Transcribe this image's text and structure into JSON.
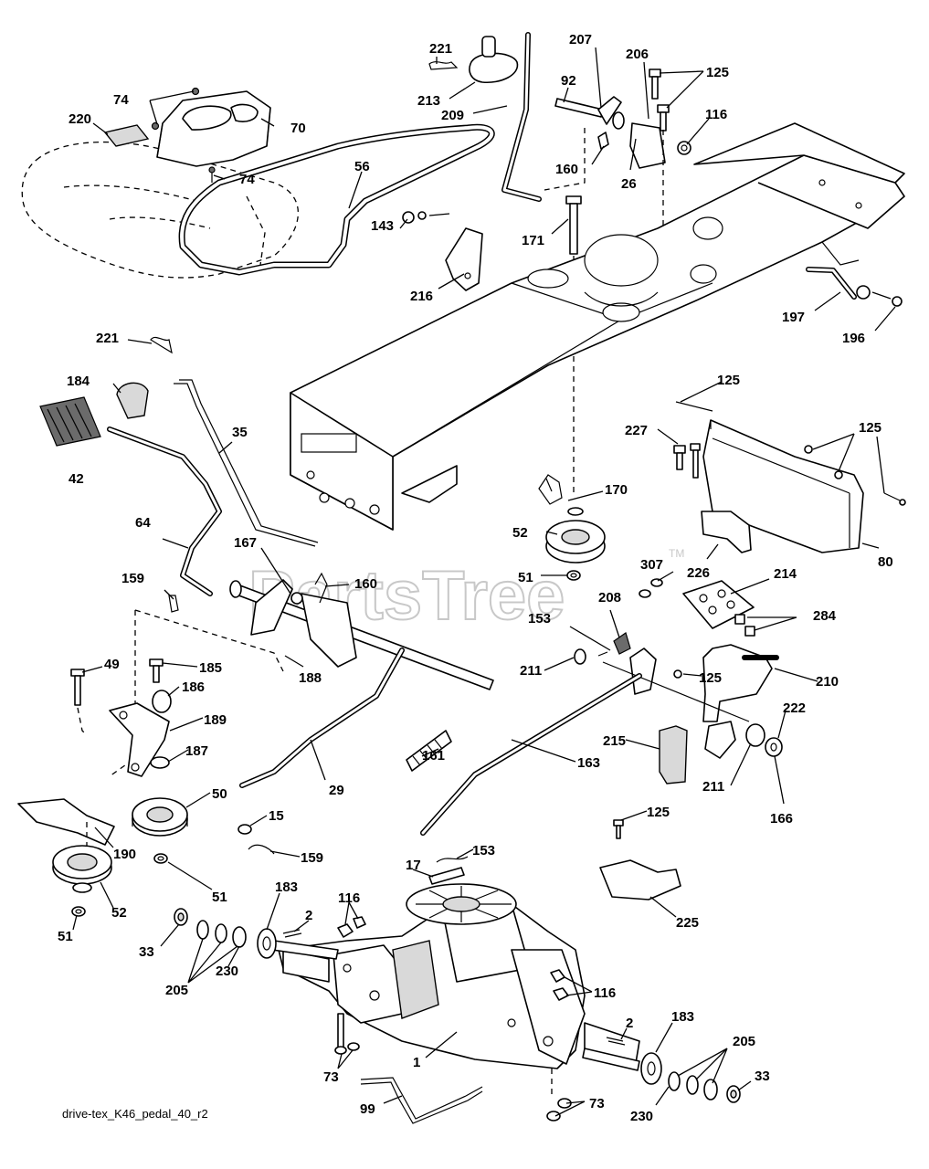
{
  "diagram_code": "drive-tex_K46_pedal_40_r2",
  "watermark": "PartsTree",
  "watermark_mark": "TM",
  "callouts": [
    {
      "id": "c220",
      "label": "220"
    },
    {
      "id": "c74a",
      "label": "74"
    },
    {
      "id": "c70",
      "label": "70"
    },
    {
      "id": "c74b",
      "label": "74"
    },
    {
      "id": "c221a",
      "label": "221"
    },
    {
      "id": "c213",
      "label": "213"
    },
    {
      "id": "c209",
      "label": "209"
    },
    {
      "id": "c207",
      "label": "207"
    },
    {
      "id": "c92",
      "label": "92"
    },
    {
      "id": "c206",
      "label": "206"
    },
    {
      "id": "c125a",
      "label": "125"
    },
    {
      "id": "c116a",
      "label": "116"
    },
    {
      "id": "c160a",
      "label": "160"
    },
    {
      "id": "c26",
      "label": "26"
    },
    {
      "id": "c56",
      "label": "56"
    },
    {
      "id": "c143",
      "label": "143"
    },
    {
      "id": "c216",
      "label": "216"
    },
    {
      "id": "c171",
      "label": "171"
    },
    {
      "id": "c197",
      "label": "197"
    },
    {
      "id": "c196",
      "label": "196"
    },
    {
      "id": "c221b",
      "label": "221"
    },
    {
      "id": "c184",
      "label": "184"
    },
    {
      "id": "c42",
      "label": "42"
    },
    {
      "id": "c35",
      "label": "35"
    },
    {
      "id": "c125b",
      "label": "125"
    },
    {
      "id": "c227",
      "label": "227"
    },
    {
      "id": "c125c",
      "label": "125"
    },
    {
      "id": "c170",
      "label": "170"
    },
    {
      "id": "c52a",
      "label": "52"
    },
    {
      "id": "c51a",
      "label": "51"
    },
    {
      "id": "c80",
      "label": "80"
    },
    {
      "id": "c64",
      "label": "64"
    },
    {
      "id": "c167",
      "label": "167"
    },
    {
      "id": "c160b",
      "label": "160"
    },
    {
      "id": "c159a",
      "label": "159"
    },
    {
      "id": "c307",
      "label": "307"
    },
    {
      "id": "c226",
      "label": "226"
    },
    {
      "id": "c214",
      "label": "214"
    },
    {
      "id": "c208",
      "label": "208"
    },
    {
      "id": "c153a",
      "label": "153"
    },
    {
      "id": "c284",
      "label": "284"
    },
    {
      "id": "c49",
      "label": "49"
    },
    {
      "id": "c185",
      "label": "185"
    },
    {
      "id": "c186",
      "label": "186"
    },
    {
      "id": "c188",
      "label": "188"
    },
    {
      "id": "c211a",
      "label": "211"
    },
    {
      "id": "c125d",
      "label": "125"
    },
    {
      "id": "c210",
      "label": "210"
    },
    {
      "id": "c189",
      "label": "189"
    },
    {
      "id": "c187",
      "label": "187"
    },
    {
      "id": "c161",
      "label": "161"
    },
    {
      "id": "c215",
      "label": "215"
    },
    {
      "id": "c222",
      "label": "222"
    },
    {
      "id": "c163",
      "label": "163"
    },
    {
      "id": "c50",
      "label": "50"
    },
    {
      "id": "c29",
      "label": "29"
    },
    {
      "id": "c211b",
      "label": "211"
    },
    {
      "id": "c166",
      "label": "166"
    },
    {
      "id": "c15",
      "label": "15"
    },
    {
      "id": "c190",
      "label": "190"
    },
    {
      "id": "c159b",
      "label": "159"
    },
    {
      "id": "c125e",
      "label": "125"
    },
    {
      "id": "c153b",
      "label": "153"
    },
    {
      "id": "c17",
      "label": "17"
    },
    {
      "id": "c51b",
      "label": "51"
    },
    {
      "id": "c225",
      "label": "225"
    },
    {
      "id": "c183a",
      "label": "183"
    },
    {
      "id": "c116b",
      "label": "116"
    },
    {
      "id": "c52b",
      "label": "52"
    },
    {
      "id": "c51c",
      "label": "51"
    },
    {
      "id": "c2a",
      "label": "2"
    },
    {
      "id": "c33a",
      "label": "33"
    },
    {
      "id": "c205a",
      "label": "205"
    },
    {
      "id": "c230a",
      "label": "230"
    },
    {
      "id": "c116c",
      "label": "116"
    },
    {
      "id": "c2b",
      "label": "2"
    },
    {
      "id": "c183b",
      "label": "183"
    },
    {
      "id": "c1",
      "label": "1"
    },
    {
      "id": "c205b",
      "label": "205"
    },
    {
      "id": "c73a",
      "label": "73"
    },
    {
      "id": "c33b",
      "label": "33"
    },
    {
      "id": "c99",
      "label": "99"
    },
    {
      "id": "c73b",
      "label": "73"
    },
    {
      "id": "c230b",
      "label": "230"
    }
  ]
}
